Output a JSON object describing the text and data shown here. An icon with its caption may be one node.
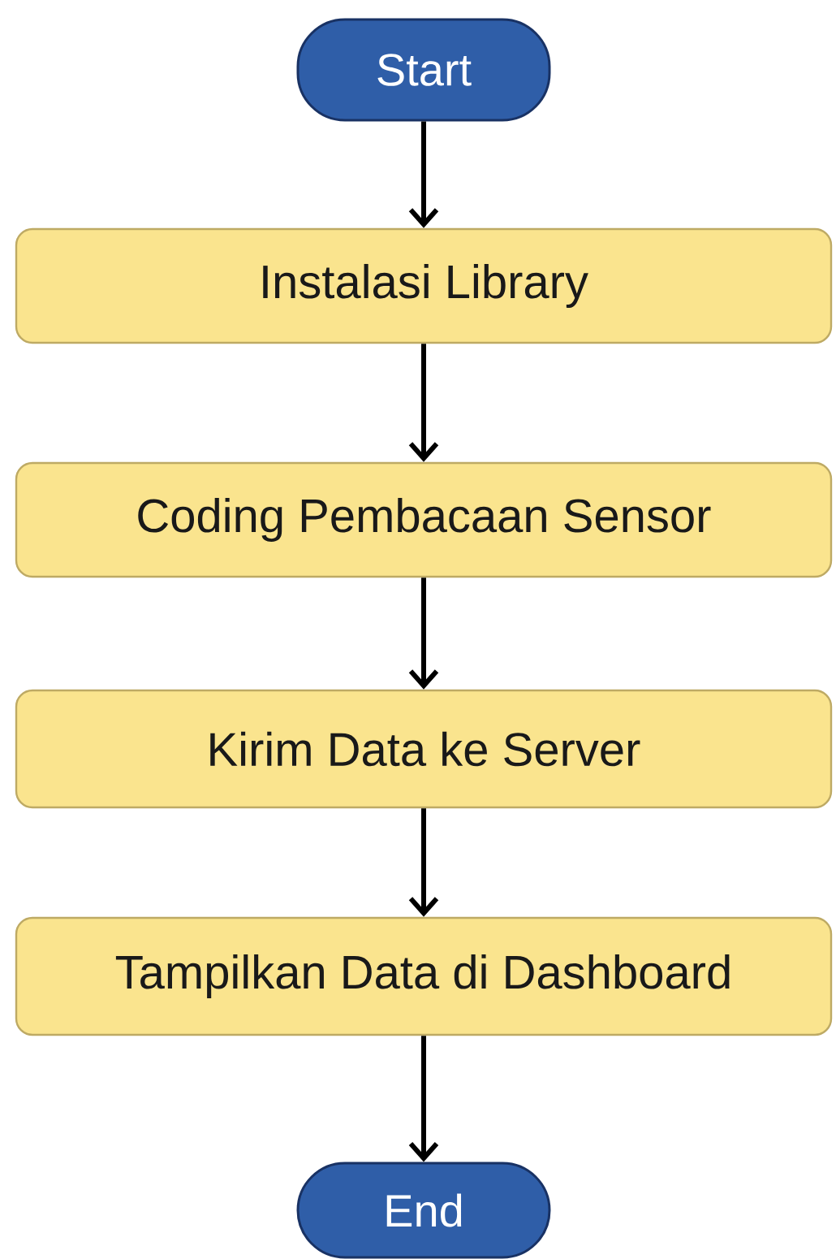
{
  "diagram": {
    "nodes": [
      {
        "text": [
          "Start"
        ]
      },
      {
        "text": [
          "Instalasi Library"
        ]
      },
      {
        "text": [
          "Coding Pembacaan Sensor"
        ]
      },
      {
        "text": [
          "Kirim Data ke Server"
        ]
      },
      {
        "text": [
          "Tampilkan Data di Dashboard"
        ]
      },
      {
        "text": [
          "End"
        ]
      }
    ],
    "edges": [
      {
        "from": 0,
        "to": 1,
        "arrow": "to"
      },
      {
        "from": 1,
        "to": 2,
        "arrow": "to"
      },
      {
        "from": 2,
        "to": 3,
        "arrow": "to"
      },
      {
        "from": 3,
        "to": 4,
        "arrow": "to"
      },
      {
        "from": 4,
        "to": 5,
        "arrow": "to"
      }
    ]
  }
}
